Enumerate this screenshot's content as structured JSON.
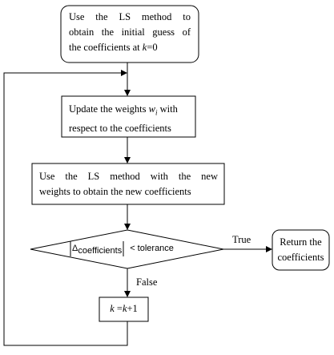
{
  "nodes": {
    "start": {
      "line1": "Use the LS method to",
      "line2": "obtain the initial guess of",
      "line3_prefix": "the coefficients at ",
      "line3_var": "k",
      "line3_suffix": "=0"
    },
    "update": {
      "line1_prefix": "Update the weights ",
      "line1_var": "w",
      "line1_sub": "i",
      "line1_suffix": " with",
      "line2": "respect to the coefficients"
    },
    "ls_new": {
      "line1": "Use the LS method with the new",
      "line2": "weights to obtain the new coefficients"
    },
    "decision": {
      "delta_symbol": "Δ",
      "delta_subscript": "coefficients",
      "comparison": "< tolerance"
    },
    "increment": {
      "var1": "k",
      "eq": " =",
      "var2": "k",
      "plus": "+1"
    },
    "return": {
      "line1": "Return the",
      "line2": "coefficients"
    }
  },
  "edges": {
    "true_label": "True",
    "false_label": "False"
  },
  "colors": {
    "stroke": "#000000",
    "background": "#ffffff"
  }
}
